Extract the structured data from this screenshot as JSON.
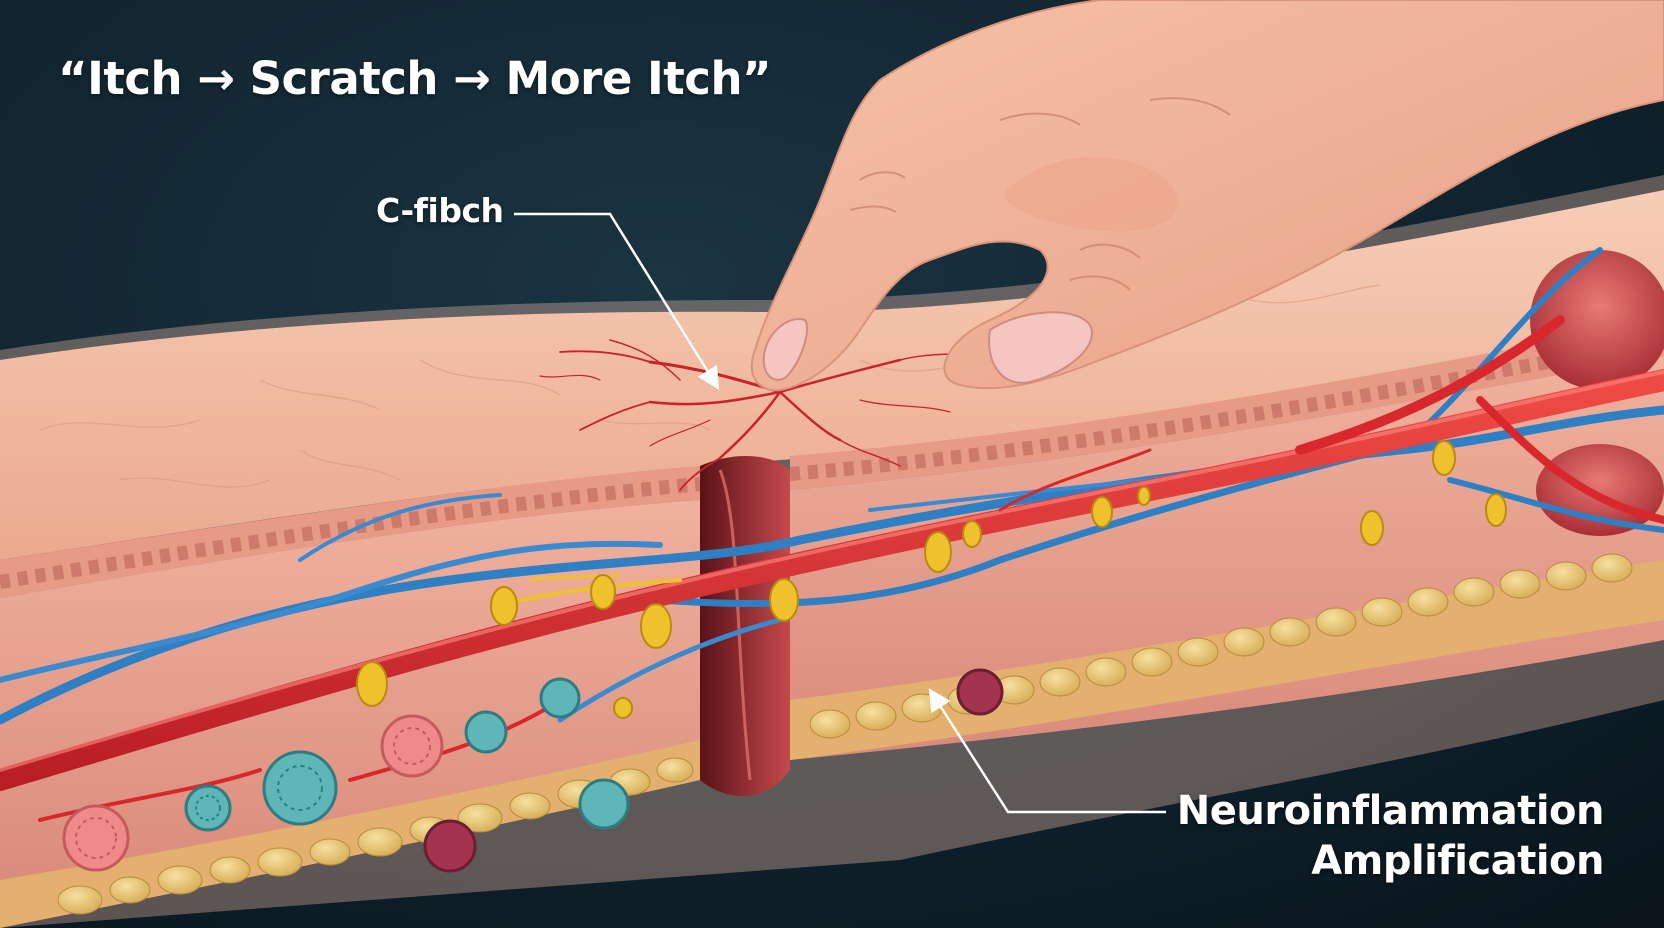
{
  "title": "“Itch → Scratch → More Itch”",
  "labels": {
    "c_fiber": "C-fibch",
    "neuro_line1": "Neuroinflammation",
    "neuro_line2": "Amplification"
  },
  "colors": {
    "background": "#0e1e28",
    "skin_surface": "#f0b79e",
    "dermis": "#e8a08e",
    "artery": "#d8272d",
    "vein": "#2f7fc4",
    "nerve_node": "#efc12c",
    "fat": "#e9cb78",
    "muscle": "#c9474a",
    "label": "#ffffff"
  },
  "icons": [
    "hand-illustration",
    "arm-cross-section",
    "arrow-to-nerve",
    "arrow-to-tissue"
  ]
}
